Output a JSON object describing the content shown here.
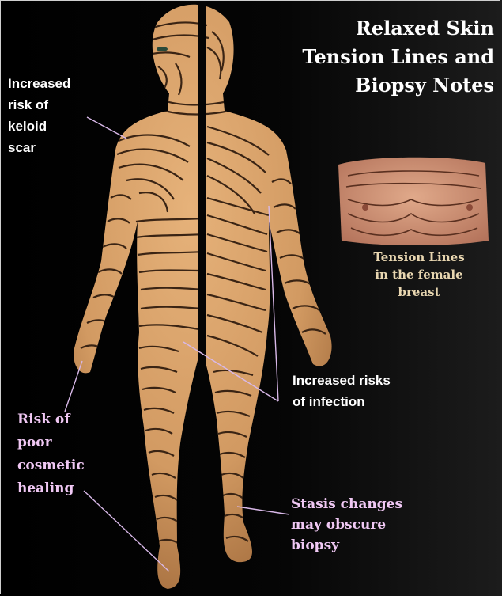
{
  "title": "Relaxed Skin\nTension Lines and\nBiopsy Notes",
  "labels": {
    "keloid": "Increased\nrisk  of\nkeloid\nscar",
    "infection": "Increased risks\nof infection",
    "poor_healing": "Risk of\npoor\ncosmetic\nhealing",
    "stasis": "Stasis changes\nmay obscure\nbiopsy",
    "breast_caption": "Tension Lines\nin the female\nbreast"
  },
  "colors": {
    "background": "#000000",
    "skin": "#d9a36c",
    "skin_shadow": "#a8703f",
    "tension_line": "#3a2414",
    "title_text": "#ffffff",
    "callout_pink": "#f0c8f4",
    "caption_tan": "#e8d6b0"
  }
}
